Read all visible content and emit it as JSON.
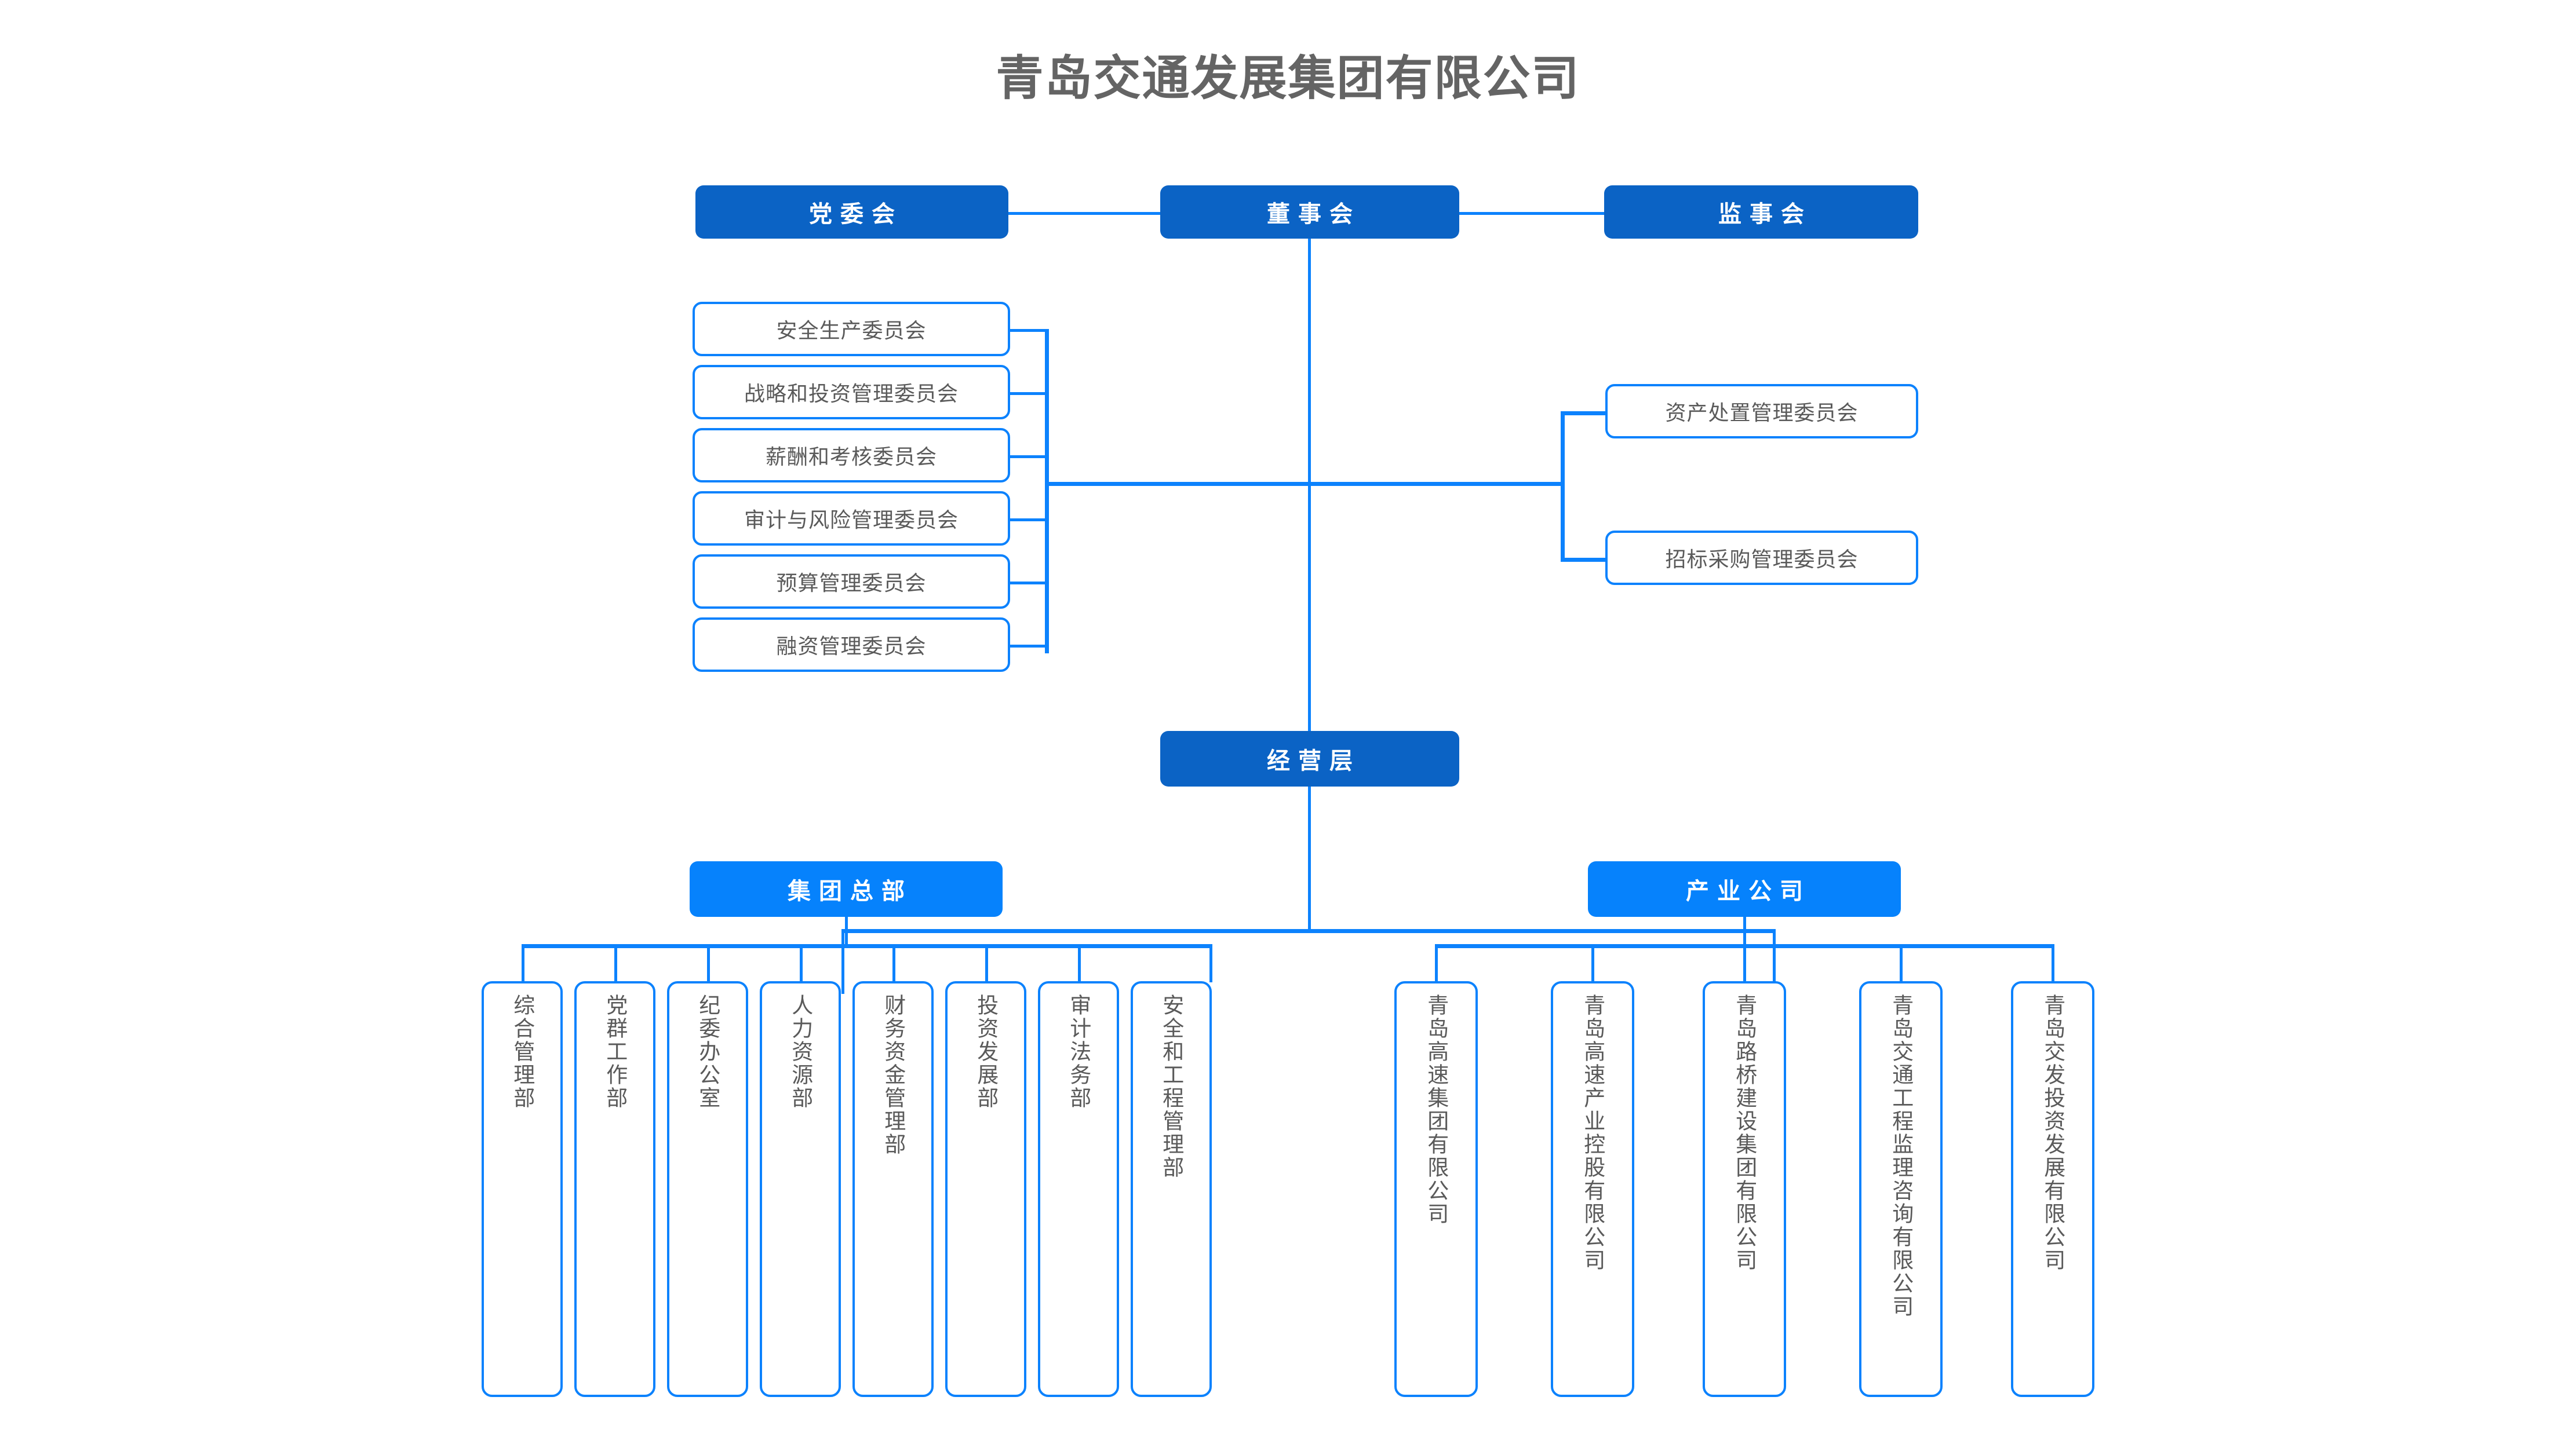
{
  "title": "青岛交通发展集团有限公司",
  "colors": {
    "header_dark_blue": "#0b63c5",
    "header_bright_blue": "#0682fc",
    "line_blue": "#0c82fd",
    "box_text_gray": "#5a5a5a",
    "title_gray": "#646464",
    "background": "#ffffff"
  },
  "top_row": {
    "party_committee": "党委会",
    "board_of_directors": "董事会",
    "board_of_supervisors": "监事会"
  },
  "left_committees": [
    {
      "label": "安全生产委员会"
    },
    {
      "label": "战略和投资管理委员会"
    },
    {
      "label": "薪酬和考核委员会"
    },
    {
      "label": "审计与风险管理委员会"
    },
    {
      "label": "预算管理委员会"
    },
    {
      "label": "融资管理委员会"
    }
  ],
  "right_committees": [
    {
      "label": "资产处置管理委员会"
    },
    {
      "label": "招标采购管理委员会"
    }
  ],
  "management_level": {
    "label": "经营层"
  },
  "branches": {
    "headquarters": {
      "label": "集团总部"
    },
    "industry_companies": {
      "label": "产业公司"
    }
  },
  "departments": [
    {
      "label": "综合管理部"
    },
    {
      "label": "党群工作部"
    },
    {
      "label": "纪委办公室"
    },
    {
      "label": "人力资源部"
    },
    {
      "label": "财务资金管理部"
    },
    {
      "label": "投资发展部"
    },
    {
      "label": "审计法务部"
    },
    {
      "label": "安全和工程管理部"
    }
  ],
  "subsidiaries": [
    {
      "label": "青岛高速集团有限公司"
    },
    {
      "label": "青岛高速产业控股有限公司"
    },
    {
      "label": "青岛路桥建设集团有限公司"
    },
    {
      "label": "青岛交通工程监理咨询有限公司"
    },
    {
      "label": "青岛交发投资发展有限公司"
    }
  ]
}
